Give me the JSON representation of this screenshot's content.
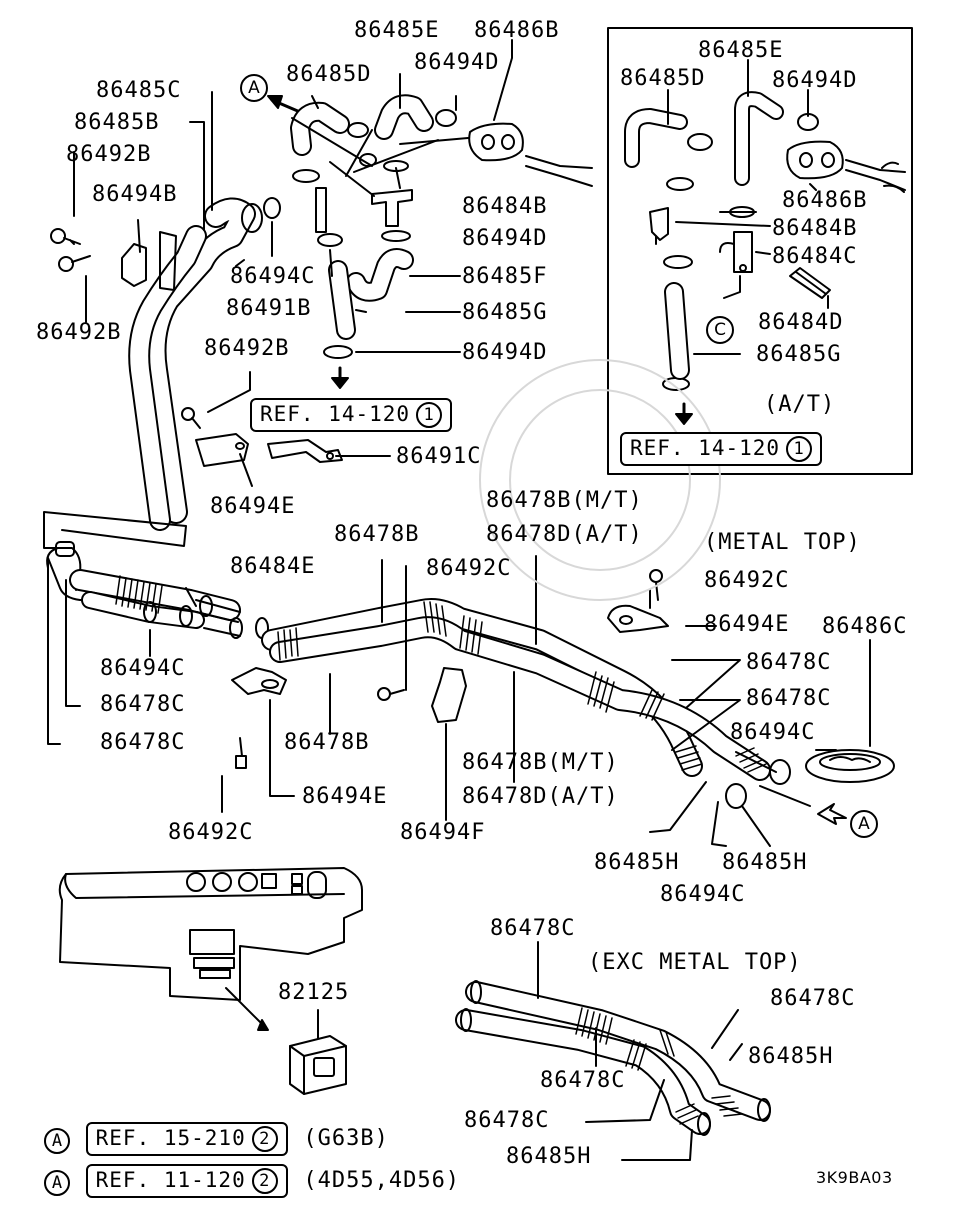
{
  "diagram_code": "3K9BA03",
  "inset": {
    "variant_label": "(A/T)",
    "ref": {
      "text": "REF. 14-120",
      "num": "1"
    },
    "circle_marker": "C",
    "parts": {
      "p1": "86485E",
      "p2": "86485D",
      "p3": "86494D",
      "p4": "86486B",
      "p5": "86484B",
      "p6": "86484C",
      "p7": "86484D",
      "p8": "86485G"
    }
  },
  "top_left": {
    "marker_a": "A",
    "ref": {
      "text": "REF. 14-120",
      "num": "1"
    },
    "parts": {
      "p1": "86485E",
      "p2": "86486B",
      "p3": "86485D",
      "p4": "86494D",
      "p5": "86485C",
      "p6": "86485B",
      "p7": "86492B",
      "p8": "86494B",
      "p9": "86484B",
      "p10": "86494D",
      "p11": "86494C",
      "p12": "86485F",
      "p13": "86492B",
      "p14": "86491B",
      "p15": "86485G",
      "p16": "86492B",
      "p17": "86494D",
      "p18": "86491C",
      "p19": "86494E"
    }
  },
  "middle": {
    "metal_top_label": "(METAL TOP)",
    "marker_a": "A",
    "parts": {
      "p1": "86478B(M/T)",
      "p2": "86478D(A/T)",
      "p3": "86478B",
      "p4": "86484E",
      "p5": "86492C",
      "p6": "86492C",
      "p7": "86494E",
      "p8": "86486C",
      "p9": "86494C",
      "p10": "86478C",
      "p11": "86478C",
      "p12": "86478C",
      "p13": "86478C",
      "p14": "86494C",
      "p15": "86478B",
      "p16": "86478B(M/T)",
      "p17": "86478D(A/T)",
      "p18": "86494E",
      "p19": "86492C",
      "p20": "86494F",
      "p21": "86485H",
      "p22": "86485H",
      "p23": "86494C"
    }
  },
  "bottom_left": {
    "part": "82125",
    "refs": [
      {
        "marker": "A",
        "text": "REF. 15-210",
        "num": "2",
        "note": "(G63B)"
      },
      {
        "marker": "A",
        "text": "REF. 11-120",
        "num": "2",
        "note": "(4D55,4D56)"
      }
    ]
  },
  "bottom_right": {
    "exc_label": "(EXC METAL TOP)",
    "parts": {
      "p1": "86478C",
      "p2": "86478C",
      "p3": "86485H",
      "p4": "86478C",
      "p5": "86478C",
      "p6": "86485H"
    }
  }
}
